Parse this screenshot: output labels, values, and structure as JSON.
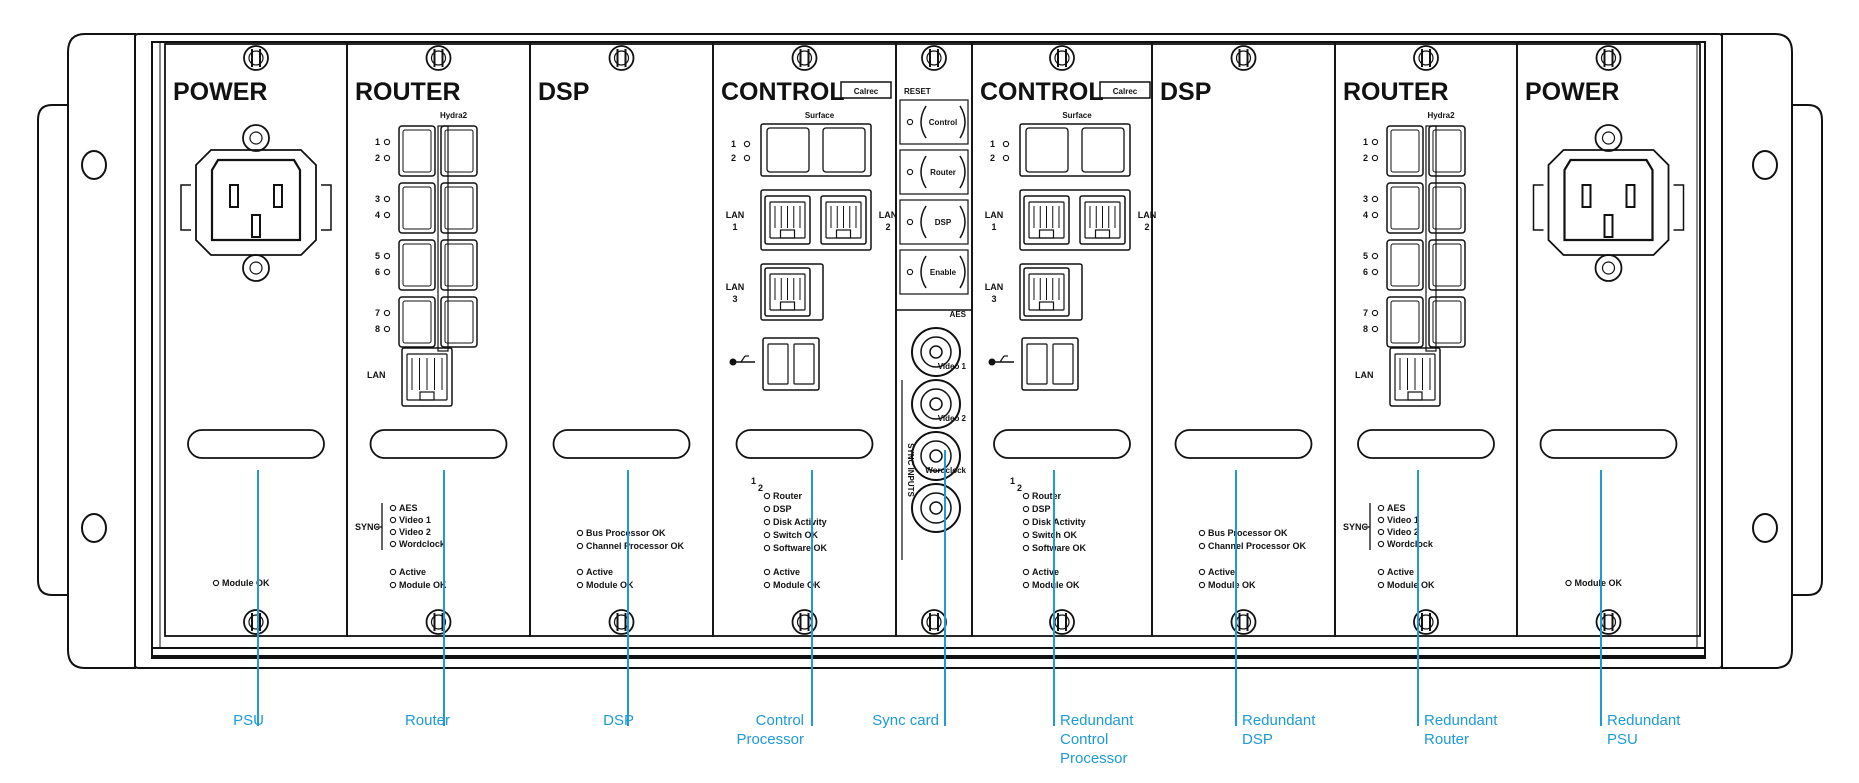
{
  "modules": [
    {
      "id": "psu",
      "title": "POWER",
      "callout": [
        "PSU"
      ]
    },
    {
      "id": "router",
      "title": "ROUTER",
      "subtitle": "Hydra2",
      "port_numbers": [
        "1",
        "2",
        "3",
        "4",
        "5",
        "6",
        "7",
        "8"
      ],
      "lan_label": "LAN",
      "sync_label": "SYNC",
      "sync_items": [
        "AES",
        "Video 1",
        "Video 2",
        "Wordclock"
      ],
      "status": [
        "Active",
        "Module OK"
      ],
      "callout": [
        "Router"
      ]
    },
    {
      "id": "dsp",
      "title": "DSP",
      "status_top": [
        "Bus Processor OK",
        "Channel Processor OK"
      ],
      "status": [
        "Active",
        "Module OK"
      ],
      "callout": [
        "DSP"
      ]
    },
    {
      "id": "control",
      "title": "CONTROL",
      "brand": "Calrec",
      "surface_label": "Surface",
      "surface_ports": [
        "1",
        "2"
      ],
      "lan1": [
        "LAN",
        "1"
      ],
      "lan2": [
        "LAN",
        "2"
      ],
      "lan3": [
        "LAN",
        "3"
      ],
      "status_top": [
        "Router",
        "DSP",
        "Disk Activity",
        "Switch OK",
        "Software OK"
      ],
      "status": [
        "Active",
        "Module OK"
      ],
      "legend": [
        "1",
        "2"
      ],
      "callout": [
        "Control",
        "Processor"
      ]
    },
    {
      "id": "sync",
      "reset_label": "RESET",
      "reset_buttons": [
        "Control",
        "Router",
        "DSP",
        "Enable"
      ],
      "bnc_labels": [
        "AES",
        "Video 1",
        "Video 2",
        "Wordclock"
      ],
      "side_label": "SYNC INPUTS",
      "callout": [
        "Sync card"
      ]
    },
    {
      "id": "control2",
      "title": "CONTROL",
      "brand": "Calrec",
      "surface_label": "Surface",
      "surface_ports": [
        "1",
        "2"
      ],
      "lan1": [
        "LAN",
        "1"
      ],
      "lan2": [
        "LAN",
        "2"
      ],
      "lan3": [
        "LAN",
        "3"
      ],
      "status_top": [
        "Router",
        "DSP",
        "Disk Activity",
        "Switch OK",
        "Software OK"
      ],
      "status": [
        "Active",
        "Module OK"
      ],
      "legend": [
        "1",
        "2"
      ],
      "callout": [
        "Redundant",
        "Control",
        "Processor"
      ]
    },
    {
      "id": "dsp2",
      "title": "DSP",
      "status_top": [
        "Bus Processor OK",
        "Channel Processor OK"
      ],
      "status": [
        "Active",
        "Module OK"
      ],
      "callout": [
        "Redundant",
        "DSP"
      ]
    },
    {
      "id": "router2",
      "title": "ROUTER",
      "subtitle": "Hydra2",
      "port_numbers": [
        "1",
        "2",
        "3",
        "4",
        "5",
        "6",
        "7",
        "8"
      ],
      "lan_label": "LAN",
      "sync_label": "SYNC",
      "sync_items": [
        "AES",
        "Video 1",
        "Video 2",
        "Wordclock"
      ],
      "status": [
        "Active",
        "Module OK"
      ],
      "callout": [
        "Redundant",
        "Router"
      ]
    },
    {
      "id": "psu2",
      "title": "POWER",
      "callout": [
        "Redundant",
        "PSU"
      ]
    }
  ],
  "psu_status": [
    "Module OK"
  ],
  "psu2_status": [
    "Module OK"
  ],
  "colors": {
    "callout": "#1e9ad6",
    "line": "#111111"
  }
}
